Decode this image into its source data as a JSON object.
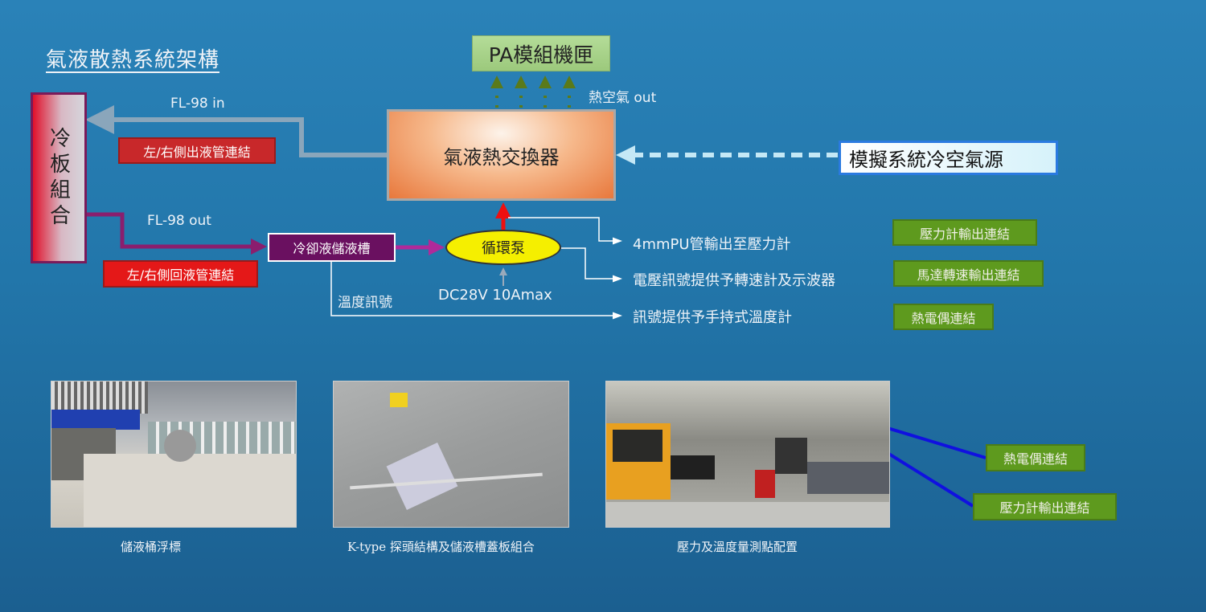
{
  "title": "氣液散熱系統架構",
  "cold_plate": "冷板組合",
  "fl98_in": "FL-98 in",
  "fl98_out": "FL-98 out",
  "outlet_link": "左/右側出液管連結",
  "return_link": "左/右側回液管連結",
  "heat_exchanger": "氣液熱交換器",
  "pa_module": "PA模組機匣",
  "hot_air_out": "熱空氣 out",
  "cold_air_source": "模擬系統冷空氣源",
  "reservoir": "冷卻液儲液槽",
  "pump": "循環泵",
  "pump_power": "DC28V 10Amax",
  "temp_signal": "溫度訊號",
  "outputs": [
    {
      "text": "4mmPU管輸出至壓力計",
      "link": "壓力計輸出連結"
    },
    {
      "text": "電壓訊號提供予轉速計及示波器",
      "link": "馬達轉速輸出連結"
    },
    {
      "text": "訊號提供予手持式溫度計",
      "link": "熱電偶連結"
    }
  ],
  "photos": [
    {
      "caption": "儲液桶浮標"
    },
    {
      "caption": "K-type 探頭結構及儲液槽蓋板組合"
    },
    {
      "caption": "壓力及溫度量測點配置"
    }
  ],
  "photo_callouts": [
    "熱電偶連結",
    "壓力計輸出連結"
  ],
  "colors": {
    "red_link": "#c8282a",
    "green_link": "#5e9a1e",
    "callout_arrow": "#1010e0"
  }
}
